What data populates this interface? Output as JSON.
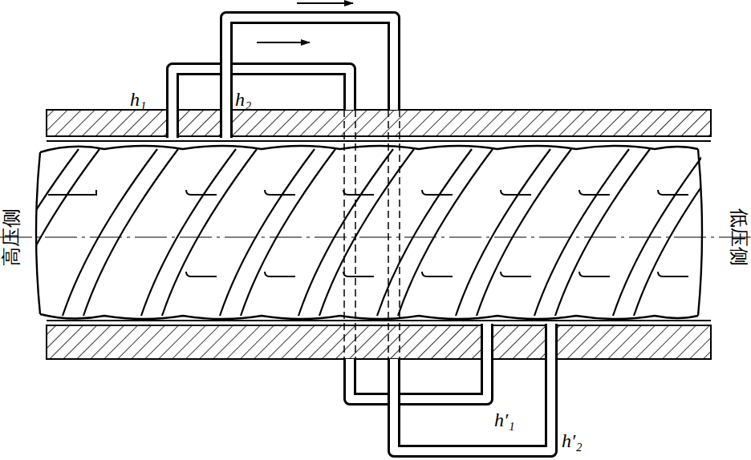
{
  "diagram": {
    "labels": [
      "高压侧",
      "低压侧",
      "h₁",
      "h₂",
      "h′₁",
      "h′₂"
    ]
  }
}
